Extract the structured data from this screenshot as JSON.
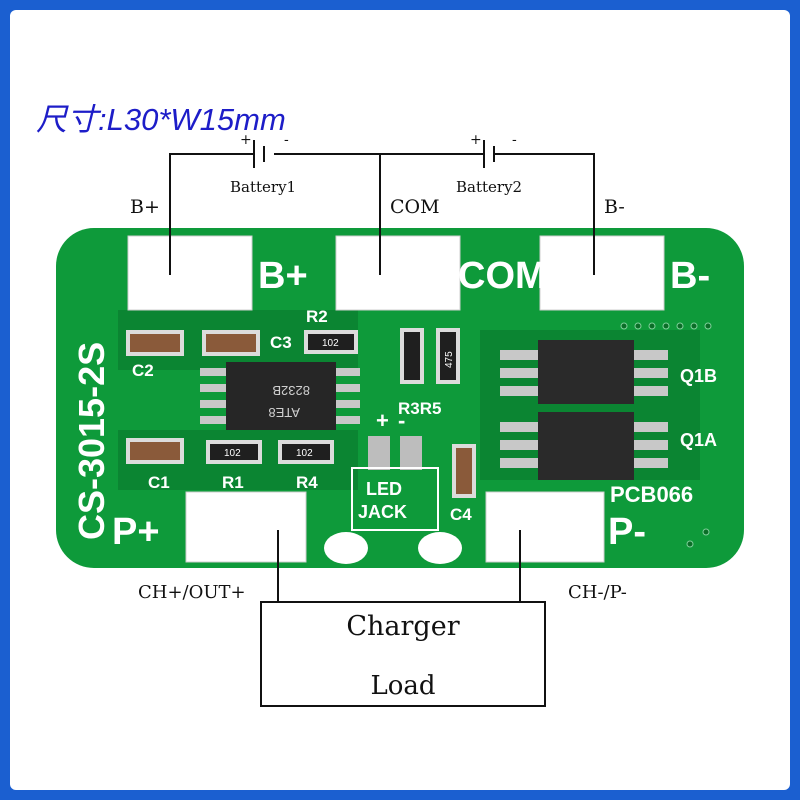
{
  "size_label": "尺寸:L30*W15mm",
  "batteries": [
    {
      "name": "Battery1",
      "plus": "+",
      "minus": "-"
    },
    {
      "name": "Battery2",
      "plus": "+",
      "minus": "-"
    }
  ],
  "wire_labels": {
    "b_plus": "B+",
    "com": "COM",
    "b_minus": "B-"
  },
  "board": {
    "model": "CS-3015-2S",
    "pcb_code": "PCB066",
    "pads": {
      "b_plus": "B+",
      "com": "COM",
      "b_minus": "B-",
      "p_plus": "P+",
      "p_minus": "P-"
    },
    "components": {
      "c1": "C1",
      "c2": "C2",
      "c3": "C3",
      "c4": "C4",
      "r1": "R1",
      "r2": "R2",
      "r3r5": "R3R5",
      "r4": "R4",
      "q1a": "Q1A",
      "q1b": "Q1B",
      "ic_line1": "8232B",
      "ic_line2": "ATE8",
      "resistor_code_102": "102",
      "resistor_code_475": "475",
      "led_line1": "LED",
      "led_line2": "JACK",
      "led_plus": "+",
      "led_minus": "-"
    },
    "colors": {
      "pcb": "#0e9a3a",
      "pcb_dark": "#0a7c2c",
      "silk": "#ffffff",
      "ic": "#262626",
      "pad": "#b9b9b9"
    }
  },
  "output_labels": {
    "ch_plus": "CH+/OUT+",
    "ch_minus": "CH-/P-"
  },
  "load_box": {
    "line1": "Charger",
    "line2": "Load"
  }
}
